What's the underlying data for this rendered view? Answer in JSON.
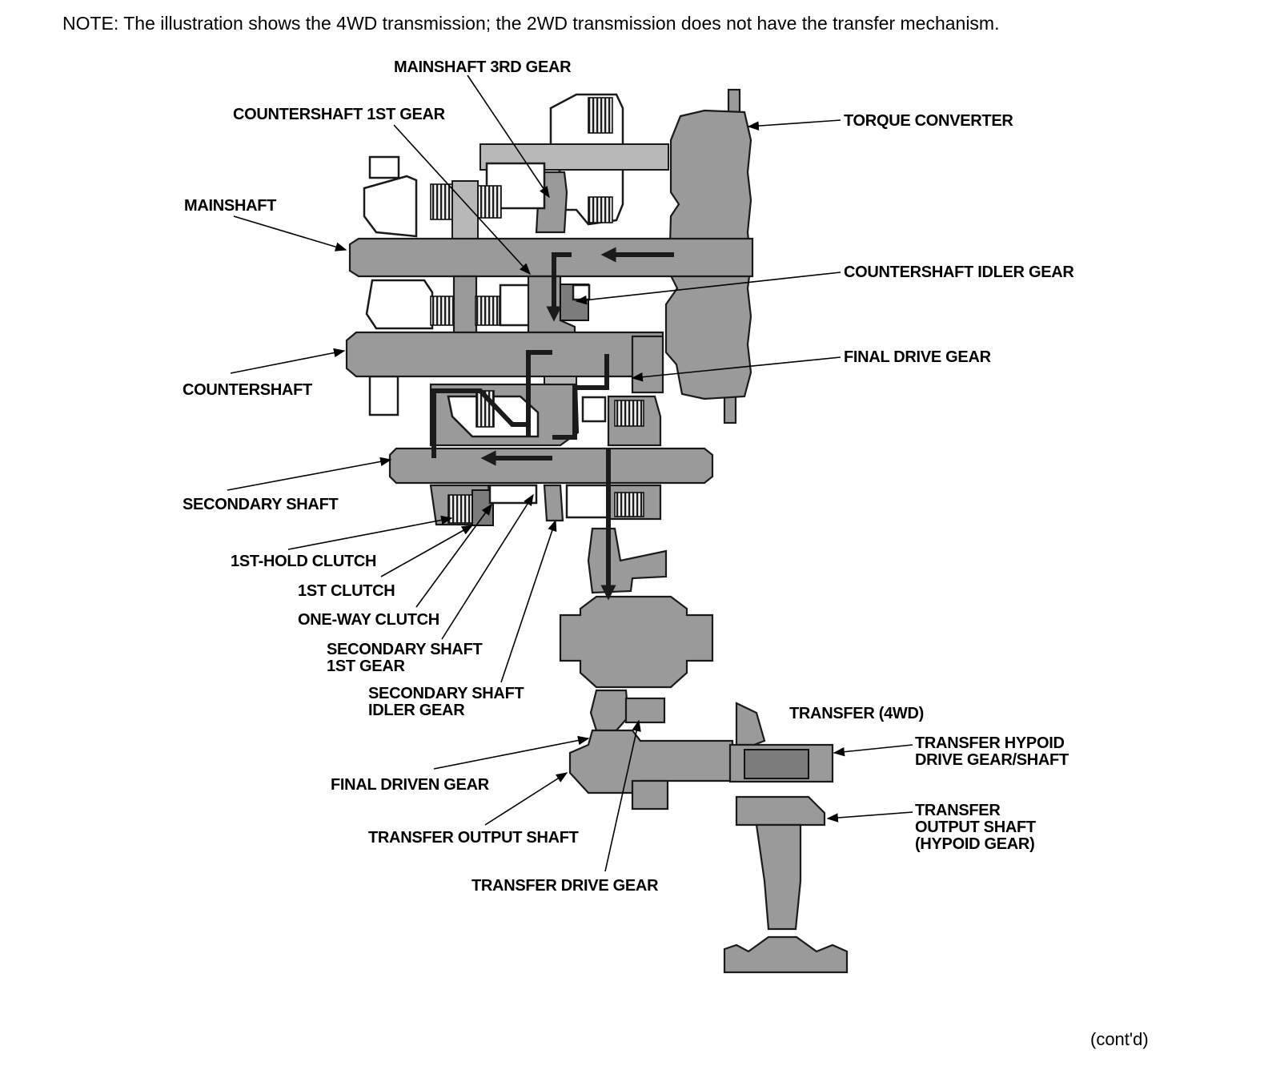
{
  "note": "NOTE: The illustration shows the 4WD transmission; the 2WD transmission does not have the transfer mechanism.",
  "footer": "(cont'd)",
  "labels": {
    "mainshaft_3rd_gear": "MAINSHAFT 3RD GEAR",
    "countershaft_1st_gear": "COUNTERSHAFT 1ST GEAR",
    "mainshaft": "MAINSHAFT",
    "countershaft": "COUNTERSHAFT",
    "secondary_shaft": "SECONDARY SHAFT",
    "first_hold_clutch": "1ST-HOLD CLUTCH",
    "first_clutch": "1ST CLUTCH",
    "one_way_clutch": "ONE-WAY CLUTCH",
    "secondary_shaft_1st_gear": [
      "SECONDARY SHAFT",
      "1ST GEAR"
    ],
    "secondary_shaft_idler_gear": [
      "SECONDARY SHAFT",
      "IDLER GEAR"
    ],
    "final_driven_gear": "FINAL DRIVEN GEAR",
    "transfer_output_shaft": "TRANSFER OUTPUT SHAFT",
    "transfer_drive_gear": "TRANSFER DRIVE GEAR",
    "torque_converter": "TORQUE CONVERTER",
    "countershaft_idler_gear": "COUNTERSHAFT IDLER GEAR",
    "final_drive_gear": "FINAL DRIVE GEAR",
    "transfer_4wd": "TRANSFER (4WD)",
    "transfer_hypoid_drive_gear_shaft": [
      "TRANSFER HYPOID",
      "DRIVE GEAR/SHAFT"
    ],
    "transfer_output_shaft_hypoid": [
      "TRANSFER",
      "OUTPUT SHAFT",
      "(HYPOID GEAR)"
    ]
  }
}
